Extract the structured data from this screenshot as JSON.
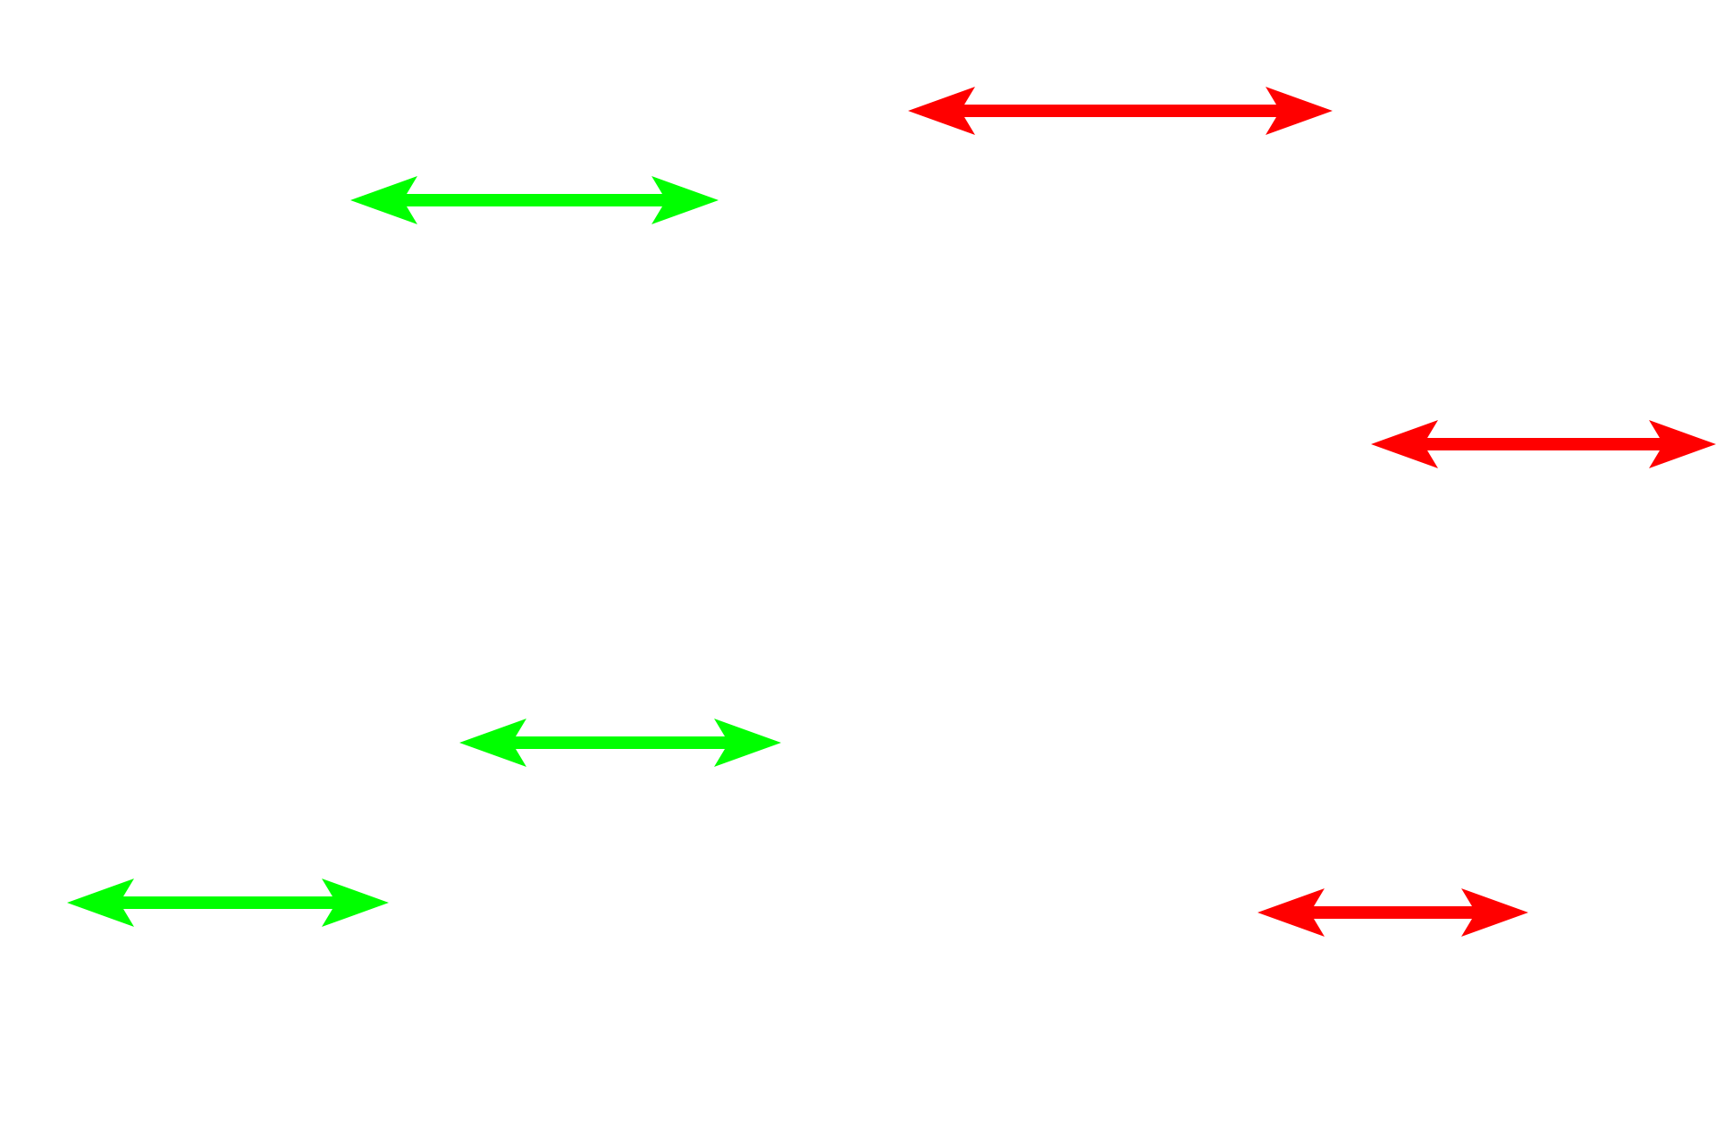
{
  "background": "#ffffff",
  "colors": {
    "green": "#00ff00",
    "red": "#ff0000"
  },
  "arrows": [
    {
      "id": "green-arrow-1",
      "type": "double-headed-arrow",
      "color": "green"
    },
    {
      "id": "green-arrow-2",
      "type": "double-headed-arrow",
      "color": "green"
    },
    {
      "id": "green-arrow-3",
      "type": "double-headed-arrow",
      "color": "green"
    },
    {
      "id": "red-arrow-1",
      "type": "double-headed-arrow",
      "color": "red"
    },
    {
      "id": "red-arrow-2",
      "type": "double-headed-arrow",
      "color": "red"
    },
    {
      "id": "red-arrow-3",
      "type": "double-headed-arrow",
      "color": "red"
    }
  ]
}
